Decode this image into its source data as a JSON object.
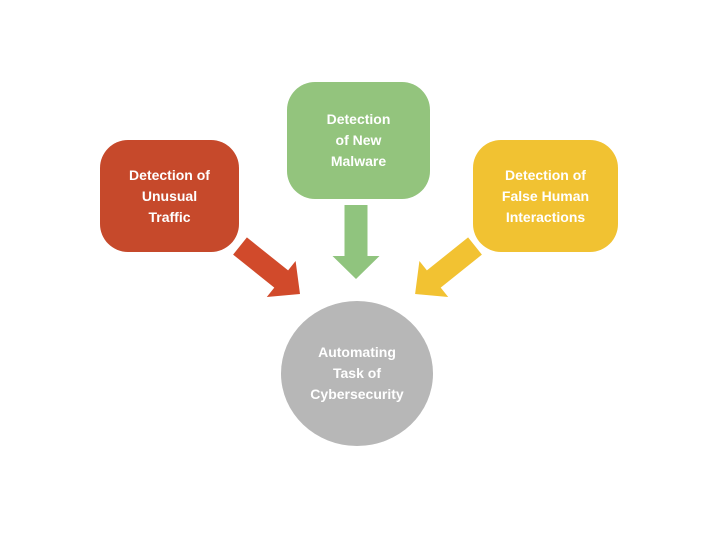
{
  "diagram": {
    "nodes": {
      "unusual_traffic": {
        "label": "Detection of\nUnusual\nTraffic",
        "color": "#c6492b"
      },
      "new_malware": {
        "label": "Detection\nof New\nMalware",
        "color": "#93c47d"
      },
      "false_human": {
        "label": "Detection of\nFalse Human\nInteractions",
        "color": "#f1c232"
      },
      "center": {
        "label": "Automating\nTask of\nCybersecurity",
        "color": "#b7b7b7"
      }
    },
    "arrows": {
      "red_color": "#d14a2b",
      "green_color": "#90c47e",
      "yellow_color": "#f2c232"
    },
    "text_color": "#ffffff",
    "background_color": "#ffffff"
  }
}
